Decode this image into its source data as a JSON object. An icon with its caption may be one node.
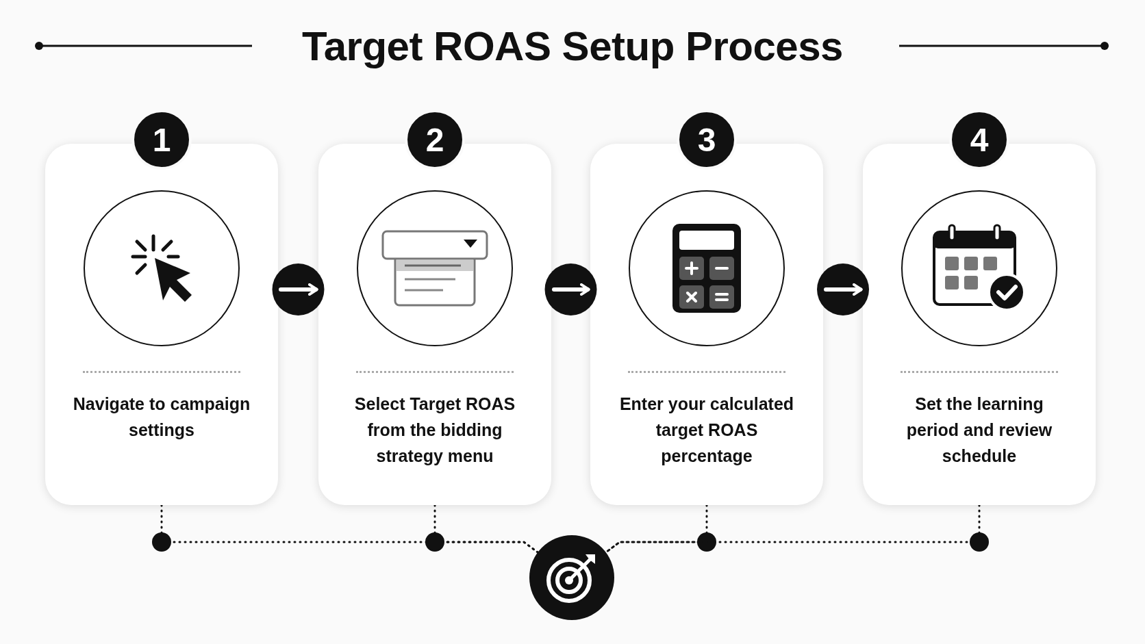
{
  "diagram": {
    "title": "Target ROAS Setup Process",
    "nodes": [
      {
        "text": [
          "1"
        ]
      },
      {
        "text": [
          "Navigate to campaign settings"
        ]
      },
      {
        "text": [
          "2"
        ]
      },
      {
        "text": [
          "Select Target ROAS from the bidding strategy menu"
        ]
      },
      {
        "text": [
          "3"
        ]
      },
      {
        "text": [
          "Enter your calculated target ROAS percentage"
        ]
      },
      {
        "text": [
          "4"
        ]
      },
      {
        "text": [
          "Set the learning period and review schedule"
        ]
      },
      {
        "text": [],
        "shape": "circle"
      }
    ],
    "edges": [
      {
        "from": 1,
        "to": 3,
        "arrow": "to",
        "style": "thick",
        "color": "#ffffff"
      },
      {
        "from": 3,
        "to": 5,
        "arrow": "to",
        "style": "thick",
        "color": "#ffffff"
      },
      {
        "from": 5,
        "to": 7,
        "arrow": "to",
        "style": "thick",
        "color": "#ffffff"
      },
      {
        "from": 1,
        "to": 8,
        "arrow": "none",
        "style": "dashed"
      },
      {
        "from": 3,
        "to": 8,
        "arrow": "none",
        "style": "dashed"
      },
      {
        "from": 5,
        "to": 8,
        "arrow": "none",
        "style": "dashed"
      },
      {
        "from": 7,
        "to": 8,
        "arrow": "none",
        "style": "dashed"
      }
    ]
  }
}
